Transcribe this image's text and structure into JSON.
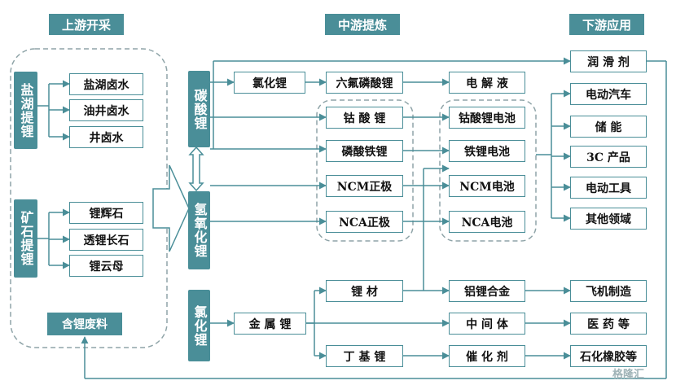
{
  "headers": {
    "upstream": "上游开采",
    "midstream": "中游提炼",
    "downstream": "下游应用"
  },
  "upstream": {
    "salt_lake_label": "盐湖提锂",
    "salt_items": [
      "盐湖卤水",
      "油井卤水",
      "井卤水"
    ],
    "ore_label": "矿石提锂",
    "ore_items": [
      "锂辉石",
      "透锂长石",
      "锂云母"
    ],
    "waste": "含锂废料"
  },
  "midstream": {
    "carbonate": "碳酸锂",
    "hydroxide": "氢氧化锂",
    "chloride": "氯化锂",
    "lithium_chloride": "氯化锂",
    "lipf6": "六氟磷酸锂",
    "cathodes": [
      "钴 酸 锂",
      "磷酸铁锂",
      "NCM正极",
      "NCA正极"
    ],
    "metal_lithium": "金 属 锂",
    "lithium_material": "锂    材",
    "butyl_lithium": "丁 基 锂"
  },
  "products": {
    "electrolyte": "电 解 液",
    "batteries": [
      "钴酸锂电池",
      "铁锂电池",
      "NCM电池",
      "NCA电池"
    ],
    "alloy": "铝锂合金",
    "intermediate": "中 间 体",
    "catalyst": "催 化 剂"
  },
  "downstream": {
    "lubricant": "润 滑 剂",
    "battery_apps": [
      "电动汽车",
      "储    能",
      "3C 产品",
      "电动工具",
      "其他领域"
    ],
    "aircraft": "飞机制造",
    "medicine": "医 药 等",
    "rubber": "石化橡胶等"
  },
  "watermark": "格隆汇",
  "colors": {
    "primary": "#4a8e98",
    "dashed_border": "#8fa4a8"
  }
}
